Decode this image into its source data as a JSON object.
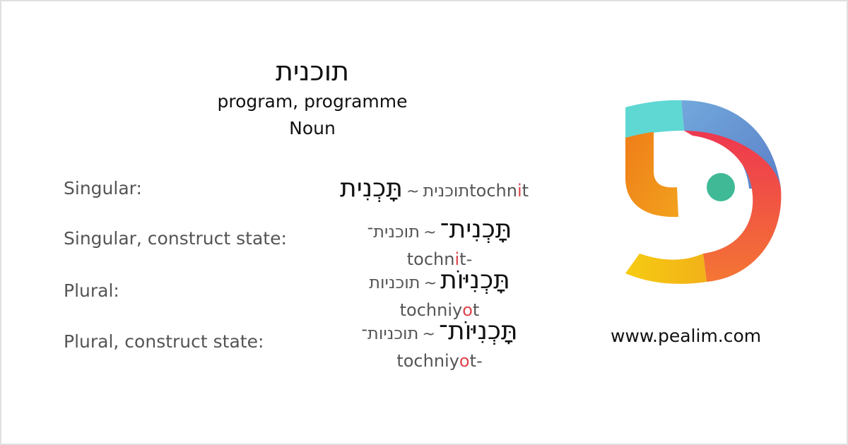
{
  "header": {
    "word": "תוכנית",
    "meaning": "program, programme",
    "part_of_speech": "Noun"
  },
  "forms": [
    {
      "label": "Singular:",
      "niqqud": "תָּכְנִית",
      "plain": "תוכנית",
      "separator": "~",
      "translit_pre": "tochn",
      "translit_stress": "i",
      "translit_post": "t"
    },
    {
      "label": "Singular, construct state:",
      "niqqud": "תָּכְנִית־",
      "plain": "תוכנית־",
      "separator": "~",
      "translit_pre": "tochn",
      "translit_stress": "i",
      "translit_post": "t-"
    },
    {
      "label": "Plural:",
      "niqqud": "תָּכְנִיּוֹת",
      "plain": "תוכניות",
      "separator": "~",
      "translit_pre": "tochniy",
      "translit_stress": "o",
      "translit_post": "t"
    },
    {
      "label": "Plural, construct state:",
      "niqqud": "תָּכְנִיּוֹת־",
      "plain": "תוכניות־",
      "separator": "~",
      "translit_pre": "tochniy",
      "translit_stress": "o",
      "translit_post": "t-"
    }
  ],
  "brand": {
    "logo": "pealim-logo-icon",
    "url": "www.pealim.com",
    "colors": {
      "teal": "#5fd8d4",
      "blue": "#6b9bd8",
      "red": "#ee3a4c",
      "orange": "#f07f1c",
      "yellow": "#f5c712",
      "coral": "#f26a3a",
      "dot_green": "#40ba96"
    }
  },
  "stress_color": "#e0424a"
}
